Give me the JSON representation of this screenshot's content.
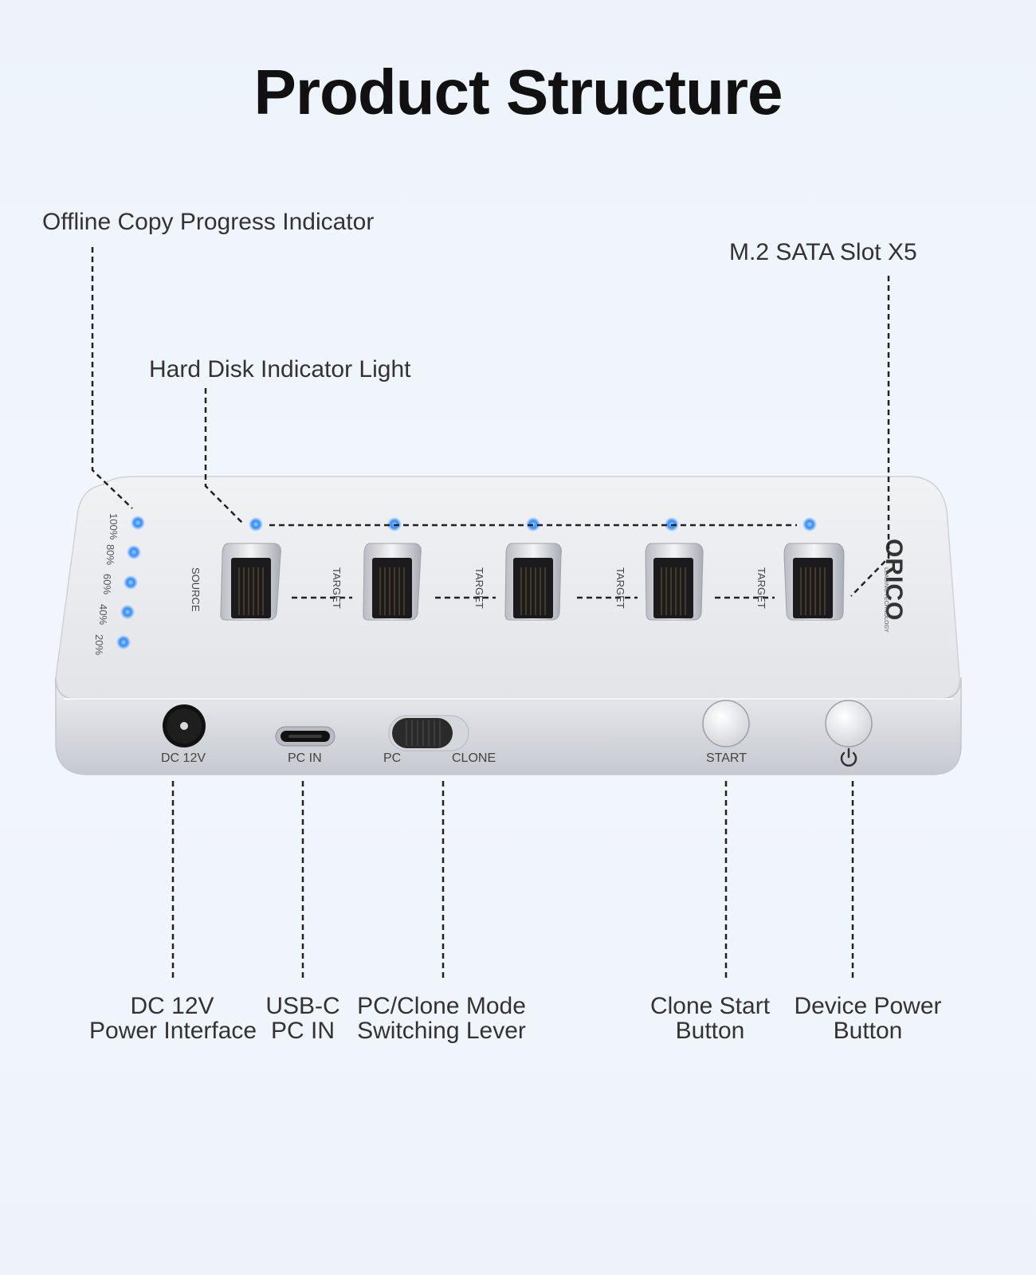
{
  "title": "Product Structure",
  "callouts": {
    "progress_indicator": "Offline Copy Progress Indicator",
    "sata_slots": "M.2 SATA Slot X5",
    "disk_light": "Hard Disk Indicator Light"
  },
  "device": {
    "progress_levels": [
      "100%",
      "80%",
      "60%",
      "40%",
      "20%"
    ],
    "slot_labels": [
      "SOURCE",
      "TARGET",
      "TARGET",
      "TARGET",
      "TARGET"
    ],
    "brand": "ORICO",
    "brand_tagline": "LEADING TECHNOLOGY",
    "ports": {
      "dc": "DC 12V",
      "pc_in": "PC IN",
      "switch_left": "PC",
      "switch_right": "CLONE",
      "start": "START"
    },
    "led_color": "#2f8cff",
    "body_color": "#e4e6ea"
  },
  "bottom_labels": {
    "dc_line1": "DC 12V",
    "dc_line2": "Power Interface",
    "usbc_line1": "USB-C",
    "usbc_line2": "PC IN",
    "mode_line1": "PC/Clone Mode",
    "mode_line2": "Switching Lever",
    "start_line1": "Clone Start",
    "start_line2": "Button",
    "power_line1": "Device Power",
    "power_line2": "Button"
  }
}
